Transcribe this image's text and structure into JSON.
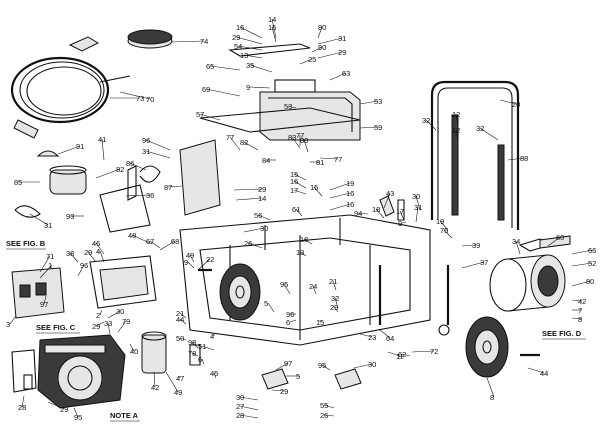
{
  "references": {
    "fig_b": "SEE FIG. B",
    "fig_c": "SEE FIG. C",
    "fig_d": "SEE FIG. D",
    "note_a": "NOTE A"
  },
  "callouts": [
    "74",
    "14",
    "16",
    "15",
    "29",
    "54",
    "13",
    "35",
    "65",
    "80",
    "31",
    "90",
    "29",
    "25",
    "63",
    "9",
    "69",
    "53",
    "53",
    "57",
    "59",
    "70",
    "73",
    "77",
    "82",
    "77",
    "83",
    "80",
    "84",
    "81",
    "77",
    "96",
    "31",
    "20",
    "32",
    "12",
    "32",
    "12",
    "88",
    "91",
    "41",
    "85",
    "82",
    "86",
    "36",
    "87",
    "93",
    "31",
    "29",
    "14",
    "15",
    "16",
    "17",
    "19",
    "16",
    "15",
    "16",
    "94",
    "43",
    "30",
    "18",
    "17",
    "9",
    "31",
    "56",
    "61",
    "18",
    "13",
    "26",
    "48",
    "30",
    "67",
    "68",
    "46",
    "4",
    "49",
    "9",
    "38",
    "96",
    "29",
    "37",
    "19",
    "75",
    "39",
    "34",
    "60",
    "66",
    "52",
    "71",
    "1",
    "97",
    "3",
    "2",
    "22",
    "95",
    "24",
    "32",
    "21",
    "80",
    "42",
    "7",
    "8",
    "5",
    "6",
    "11",
    "29",
    "44",
    "21",
    "96",
    "15",
    "29",
    "30",
    "79",
    "40",
    "98",
    "78",
    "50",
    "51",
    "4",
    "6",
    "42",
    "49",
    "47",
    "33",
    "45",
    "97",
    "5",
    "30",
    "27",
    "28",
    "29",
    "95",
    "30",
    "55",
    "26",
    "28",
    "29",
    "95",
    "62",
    "72",
    "8",
    "44",
    "64",
    "23",
    "22",
    "18",
    "29"
  ]
}
